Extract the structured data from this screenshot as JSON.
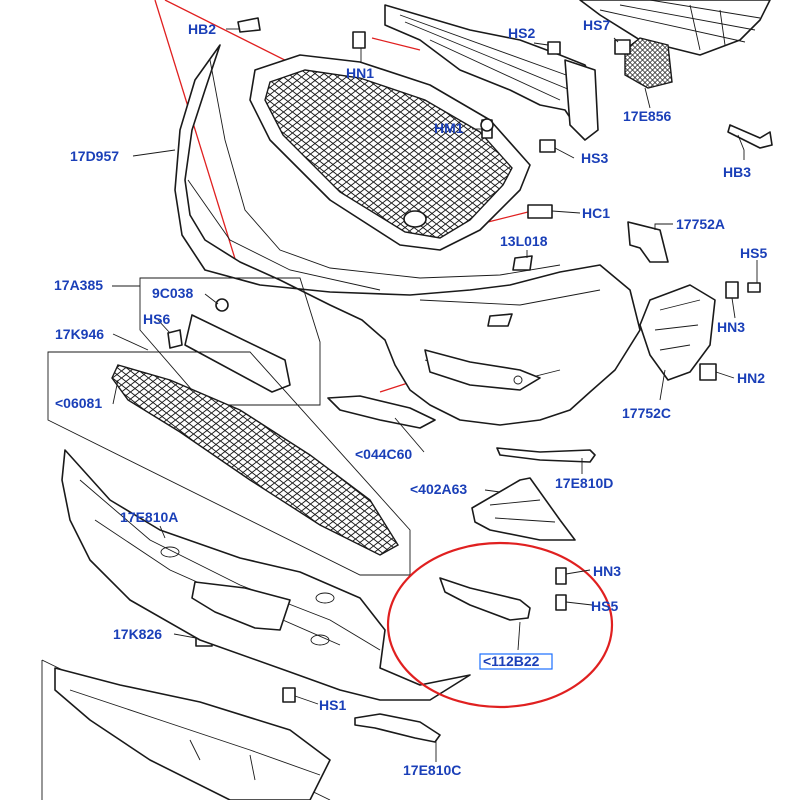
{
  "labels": {
    "hb2": "HB2",
    "hn1": "HN1",
    "hs2": "HS2",
    "hs7": "HS7",
    "e856": "17E856",
    "d957": "17D957",
    "hm1": "HM1",
    "hs3": "HS3",
    "hb3": "HB3",
    "hc1": "HC1",
    "a17752": "17752A",
    "l018": "13L018",
    "hs5a": "HS5",
    "a385": "17A385",
    "c038": "9C038",
    "hn3a": "HN3",
    "hs6": "HS6",
    "hn2": "HN2",
    "k946": "17K946",
    "n06081": "<06081",
    "c17752": "17752C",
    "c044": "<044C60",
    "e810d": "17E810D",
    "a402": "<402A63",
    "e810a": "17E810A",
    "hn3b": "HN3",
    "hs5b": "HS5",
    "k826": "17K826",
    "b112": "<112B22",
    "hs1": "HS1",
    "e810c": "17E810C"
  },
  "colors": {
    "label": "#1a3fb8",
    "linework": "#1a1a1a",
    "highlight_circle": "#e02020",
    "selected_box": "#1a6fff"
  }
}
